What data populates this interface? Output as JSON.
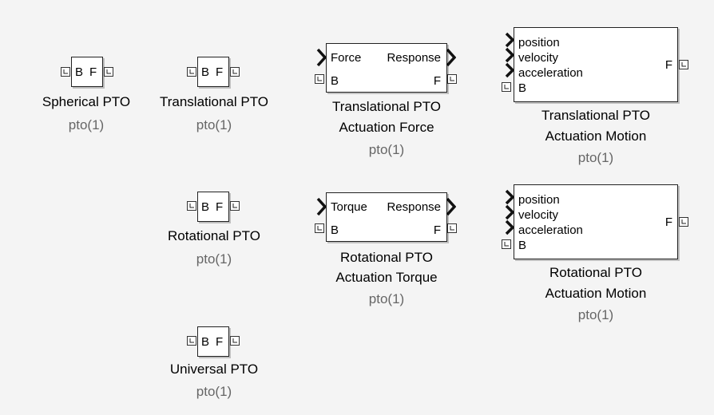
{
  "port_labels": {
    "b": "B",
    "f": "F"
  },
  "simple_blocks": [
    {
      "name": "Spherical PTO",
      "sub": "pto(1)"
    },
    {
      "name": "Translational PTO",
      "sub": "pto(1)"
    },
    {
      "name": "Rotational PTO",
      "sub": "pto(1)"
    },
    {
      "name": "Universal PTO",
      "sub": "pto(1)"
    }
  ],
  "actuation_blocks": [
    {
      "input": "Force",
      "output": "Response",
      "line1": "Translational PTO",
      "line2": "Actuation Force",
      "sub": "pto(1)"
    },
    {
      "input": "Torque",
      "output": "Response",
      "line1": "Rotational PTO",
      "line2": "Actuation Torque",
      "sub": "pto(1)"
    }
  ],
  "motion_blocks": [
    {
      "inputs": [
        "position",
        "velocity",
        "acceleration"
      ],
      "line1": "Translational PTO",
      "line2": "Actuation Motion",
      "sub": "pto(1)"
    },
    {
      "inputs": [
        "position",
        "velocity",
        "acceleration"
      ],
      "line1": "Rotational PTO",
      "line2": "Actuation Motion",
      "sub": "pto(1)"
    }
  ]
}
